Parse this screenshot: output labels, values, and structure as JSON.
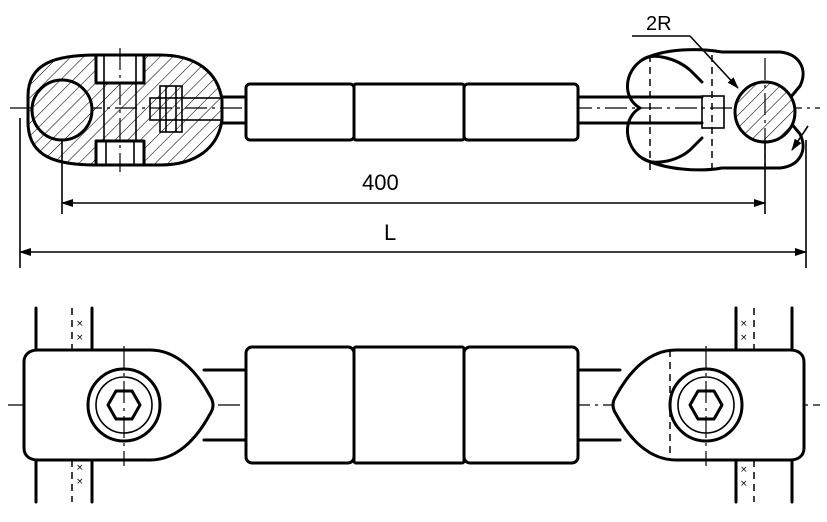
{
  "dimensions": {
    "inner_length": "400",
    "overall_length": "L",
    "radius_label": "2R"
  },
  "views": [
    "front-section-view",
    "top-view"
  ],
  "colors": {
    "line": "#000000",
    "background": "#ffffff"
  }
}
